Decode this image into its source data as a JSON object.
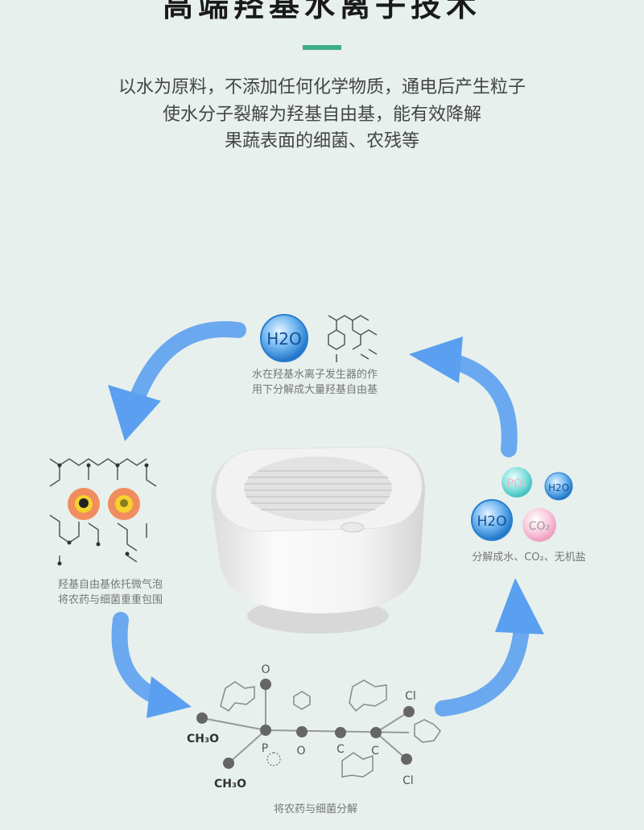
{
  "heading": {
    "title": "高端羟基水离子技术"
  },
  "description": {
    "lines": [
      "以水为原料，不添加任何化学物质，通电后产生粒子",
      "使水分子裂解为羟基自由基，能有效降解",
      "果蔬表面的细菌、农残等"
    ]
  },
  "steps": {
    "top": {
      "bubble": "H2O",
      "lines": [
        "水在羟基水离子发生器的作",
        "用下分解成大量羟基自由基"
      ]
    },
    "left": {
      "lines": [
        "羟基自由基依托微气泡",
        "将农药与细菌重重包围"
      ]
    },
    "bottom": {
      "caption": "将农药与细菌分解",
      "atoms": {
        "o_top": "O",
        "ch3o_1": "CH₃O",
        "ch3o_2": "CH₃O",
        "p": "P",
        "o_mid": "O",
        "c1": "C",
        "c2": "C",
        "cl1": "Cl",
        "cl2": "Cl"
      }
    },
    "right": {
      "bubbles": {
        "po4": "PO₄",
        "h2o_small": "H2O",
        "h2o_large": "H2O",
        "co2": "CO₂"
      },
      "caption": "分解成水、CO₂、无机盐"
    }
  },
  "colors": {
    "accent": "#3fae8a",
    "arrow": "#6aa8f0",
    "background": "#e7f0ed"
  }
}
